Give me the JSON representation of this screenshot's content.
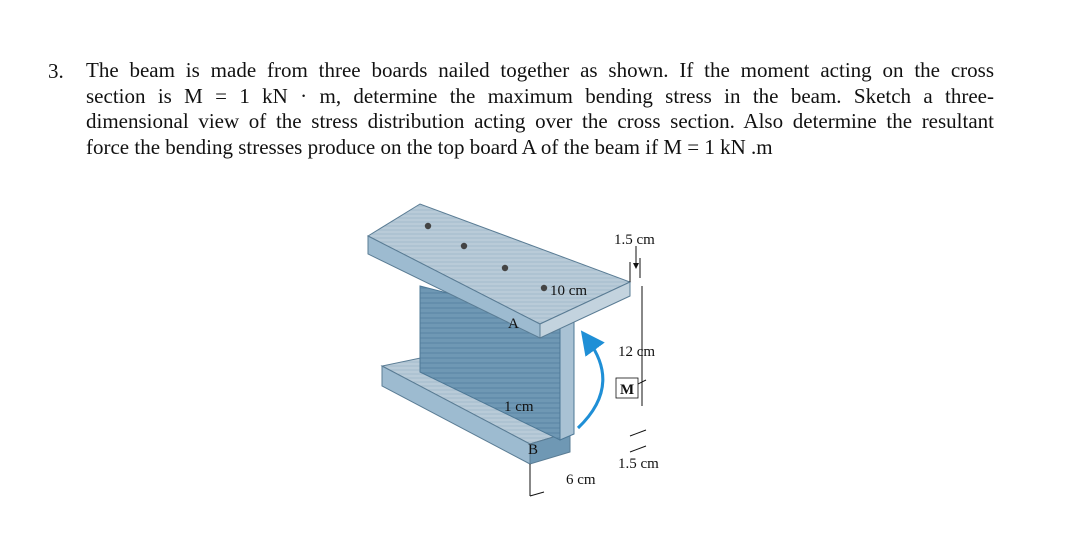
{
  "problem": {
    "number": "3.",
    "lines": [
      "The beam is made from three boards nailed together as shown. If the moment acting on the cross",
      "section is M = 1 kN · m, determine the maximum bending stress in the beam. Sketch a three-",
      "dimensional view of the stress distribution acting over the cross section. Also determine the resultant",
      "force the bending stresses produce on the top board A of the beam if M = 1 kN .m"
    ]
  },
  "figure": {
    "labels": {
      "top_thickness": "1.5 cm",
      "top_width": "10 cm",
      "web_height": "12 cm",
      "web_thickness": "1 cm",
      "moment": "M",
      "bottom_thickness": "1.5 cm",
      "bottom_width": "6 cm",
      "board_a": "A",
      "board_b": "B"
    },
    "colors": {
      "wood_light": "#b9cbd8",
      "wood_mid": "#8fb0c6",
      "wood_dark": "#5c88a6",
      "arrow": "#1f8fd6"
    }
  }
}
